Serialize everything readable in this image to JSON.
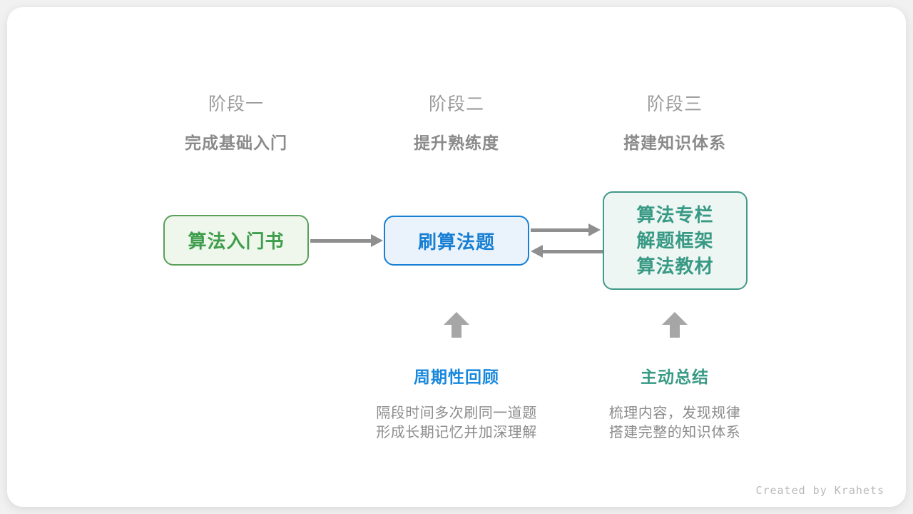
{
  "credit": "Created by Krahets",
  "stages": [
    {
      "label": "阶段一",
      "subtitle": "完成基础入门"
    },
    {
      "label": "阶段二",
      "subtitle": "提升熟练度"
    },
    {
      "label": "阶段三",
      "subtitle": "搭建知识体系"
    }
  ],
  "nodes": [
    {
      "id": "algorithm-intro-book",
      "lines": [
        "算法入门书"
      ],
      "text_color": "#3e9e4b",
      "border_color": "#5aa05a",
      "fill_color": "#eff6ec"
    },
    {
      "id": "practice-problems",
      "lines": [
        "刷算法题"
      ],
      "text_color": "#187fd3",
      "border_color": "#187fd3",
      "fill_color": "#eaf3fc"
    },
    {
      "id": "knowledge-resources",
      "lines": [
        "算法专栏",
        "解题框架",
        "算法教材"
      ],
      "text_color": "#389a85",
      "border_color": "#41998a",
      "fill_color": "#eef6f3"
    }
  ],
  "flows": [
    {
      "from": "算法入门书",
      "to": "刷算法题",
      "direction": "right"
    },
    {
      "from": "刷算法题",
      "to": "算法专栏/解题框架/算法教材",
      "direction": "right"
    },
    {
      "from": "算法专栏/解题框架/算法教材",
      "to": "刷算法题",
      "direction": "left"
    }
  ],
  "annotations": [
    {
      "target": "刷算法题",
      "title": "周期性回顾",
      "title_color": "#1888dd",
      "lines": [
        "隔段时间多次刷同一道题",
        "形成长期记忆并加深理解"
      ]
    },
    {
      "target": "算法专栏/解题框架/算法教材",
      "title": "主动总结",
      "title_color": "#389a85",
      "lines": [
        "梳理内容，发现规律",
        "搭建完整的知识体系"
      ]
    }
  ],
  "colors": {
    "page_background": "#f1f1f1",
    "card_background": "#ffffff",
    "stage_label": "#9b9b9b",
    "stage_subtitle": "#8a8a8a",
    "arrow_gray": "#8f8f8f",
    "up_arrow_gray": "#a6a6a6",
    "body_text_gray": "#8c8c8c",
    "credit_gray": "#b9b9b9"
  }
}
